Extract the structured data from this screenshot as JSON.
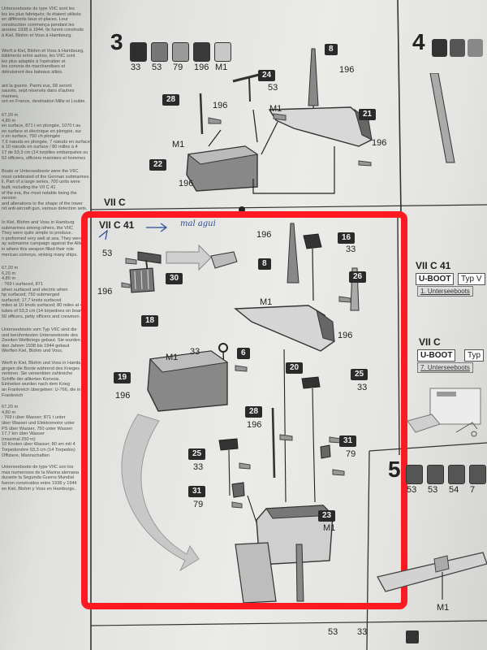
{
  "step3": {
    "number": "3",
    "paints": [
      "33",
      "53",
      "79",
      "196",
      "M1"
    ],
    "paint_colors": [
      "#2f2f2f",
      "#777777",
      "#9a9a9a",
      "#3a3a3a",
      "#c8c8c8"
    ],
    "labels": {
      "p8": "8",
      "c196a": "196",
      "p24": "24",
      "c53": "53",
      "p28": "28",
      "c196b": "196",
      "m1a": "M1",
      "p21": "21",
      "c196c": "196",
      "m1b": "M1",
      "p22": "22",
      "c196d": "196"
    }
  },
  "step4": {
    "number": "4"
  },
  "step5": {
    "number": "5",
    "paints": [
      "53",
      "53",
      "54",
      "7"
    ]
  },
  "main": {
    "vii_c_top": "VII C",
    "vii_c41": "VII C 41",
    "handwritten_note": "mal agui",
    "labels": {
      "c196": "196",
      "p16": "16",
      "c33a": "33",
      "c53": "53",
      "p30": "30",
      "p8": "8",
      "p26": "26",
      "c196b": "196",
      "p18": "18",
      "m1a": "M1",
      "c196c": "196",
      "c33b": "33",
      "p6": "6",
      "m1b": "M1",
      "p20": "20",
      "p19": "19",
      "c196d": "196",
      "p25a": "25",
      "c33c": "33",
      "p28": "28",
      "c196e": "196",
      "p31a": "31",
      "c79a": "79",
      "p25b": "25",
      "c33d": "33",
      "p31b": "31",
      "c79b": "79",
      "p23": "23",
      "m1c": "M1"
    }
  },
  "right": {
    "vii_c41": "VII C 41",
    "uboot1": "U-BOOT",
    "typ1": "Typ V",
    "unterseeboot1": "1. Unterseeboots",
    "vii_c": "VII C",
    "uboot2": "U-BOOT",
    "typ2": "Typ",
    "unterseeboot2": "7. Unterseeboots",
    "m1": "M1"
  },
  "bottom": {
    "n53": "53",
    "n33": "33"
  },
  "left_column": {
    "block1": [
      "Unterseeboote de type VIIC sont les",
      "les les plus fabriqués; ils étaient utilisés",
      "en différents lieux et places. Leur",
      "construction commença pendant les",
      "années 1938 à 1944. Ils furent construits",
      "à Kiel, Blohm et Voss à Hambourg."
    ],
    "block2": [
      "Werft à Kiel, Blohm et Voss à Hambourg,",
      "bâtiments entre autres, les VIIC sont",
      "les plus adaptés à l'opération et",
      "les convois de marchandises et",
      "détruisirent des bateaux alliés."
    ],
    "block3": [
      "ant la guerre. Parmi eux, 68 seront",
      "sauvés, sept réservés dans d'autres marines,",
      "ont en France, destination Mille et Loubie."
    ],
    "spec1": [
      "67,20 m",
      "4,80 m",
      "en surface, 871 t en plongée, 1070 t au",
      "en surface et électrique en plongée, sur",
      "n en surface, 750 ch plongée",
      "7,6 nœuds en plongée, 7 nœuds en surface",
      "à 10 nœuds en surface / 80 milles à 4",
      "17 de 53,3 cm (14 torpilles embarquées ou",
      "52 officiers, officiers mariniers et hommes"
    ],
    "block4": [
      "Boats or Unterseeboote were the VIIC",
      "most celebrated of the German submarines",
      "ll. Part of a large series, 700 units were",
      "built; including the VII C 41",
      "of the era, the most notable being the version",
      "and alterations to the shape of the tower",
      "nd anti-aircraft gun, various detection sets."
    ],
    "block5": [
      "In Kiel, Blohm and Voss in Hamburg",
      "submarines among others, the VIIC",
      "They were quite simple to produce.",
      "n performed very well at sea. They were",
      "ay submarine campaign against the Allied",
      "in where this weapon filled their role",
      "merican convoys, sinking many ships."
    ],
    "spec2": [
      "67,20 m",
      "6,20 m",
      "4,80 m",
      ": 769 t surfaced, 871",
      "when surfaced and electric when",
      "hp surfaced; 750 submerged",
      "surfaced; 17,7 knots surfaced",
      "miles at 10 knots surfaced; 80 miles at 4",
      "tubes of 53,3 cm (14 torpedoes on board)",
      "50 officers, petty officers and crewmen."
    ],
    "block6": [
      "Unterseeboote vom Typ VIIC sind die",
      "und berühmtesten Unterseeboote des",
      "Zweiten Weltkriegs gebaut. Sie wurden in",
      "den Jahren 1938 bis 1944 gebaut",
      "Werften Kiel, Blohm und Voss."
    ],
    "block7": [
      "Werft in Kiel, Blohm und Voss in Hamburg",
      "gingen die Boote während des Krieges",
      "verloren. Sie versenkten zahlreiche",
      "Schiffe der alliierten Konvois.",
      "Einheiten wurden nach dem Krieg",
      "an Frankreich übergeben: U-766, die in Frankreich"
    ],
    "spec3": [
      "67,20 m",
      "4,80 m",
      ": 769 t über Wasser; 871 t unter",
      "über Wasser und Elektromotor unter",
      "PS über Wasser, 750 unter Wasser",
      "17,7 km über Wasser",
      "(maximal 250 m)",
      "10 Knoten über Wasser; 80 sm mit 4",
      "Torpedorohre 53,3 cm (14 Torpedos)",
      "Offiziere, Mannschaften"
    ],
    "block8": [
      "Unterseeboote de type VIIC son los",
      "mas numerosos de la Marina alemana",
      "durante la Segunda Guerra Mundial",
      "fueron construidos entre 1938 y 1944",
      "en Kiel, Blohm y Voss en Hamburgo."
    ]
  }
}
